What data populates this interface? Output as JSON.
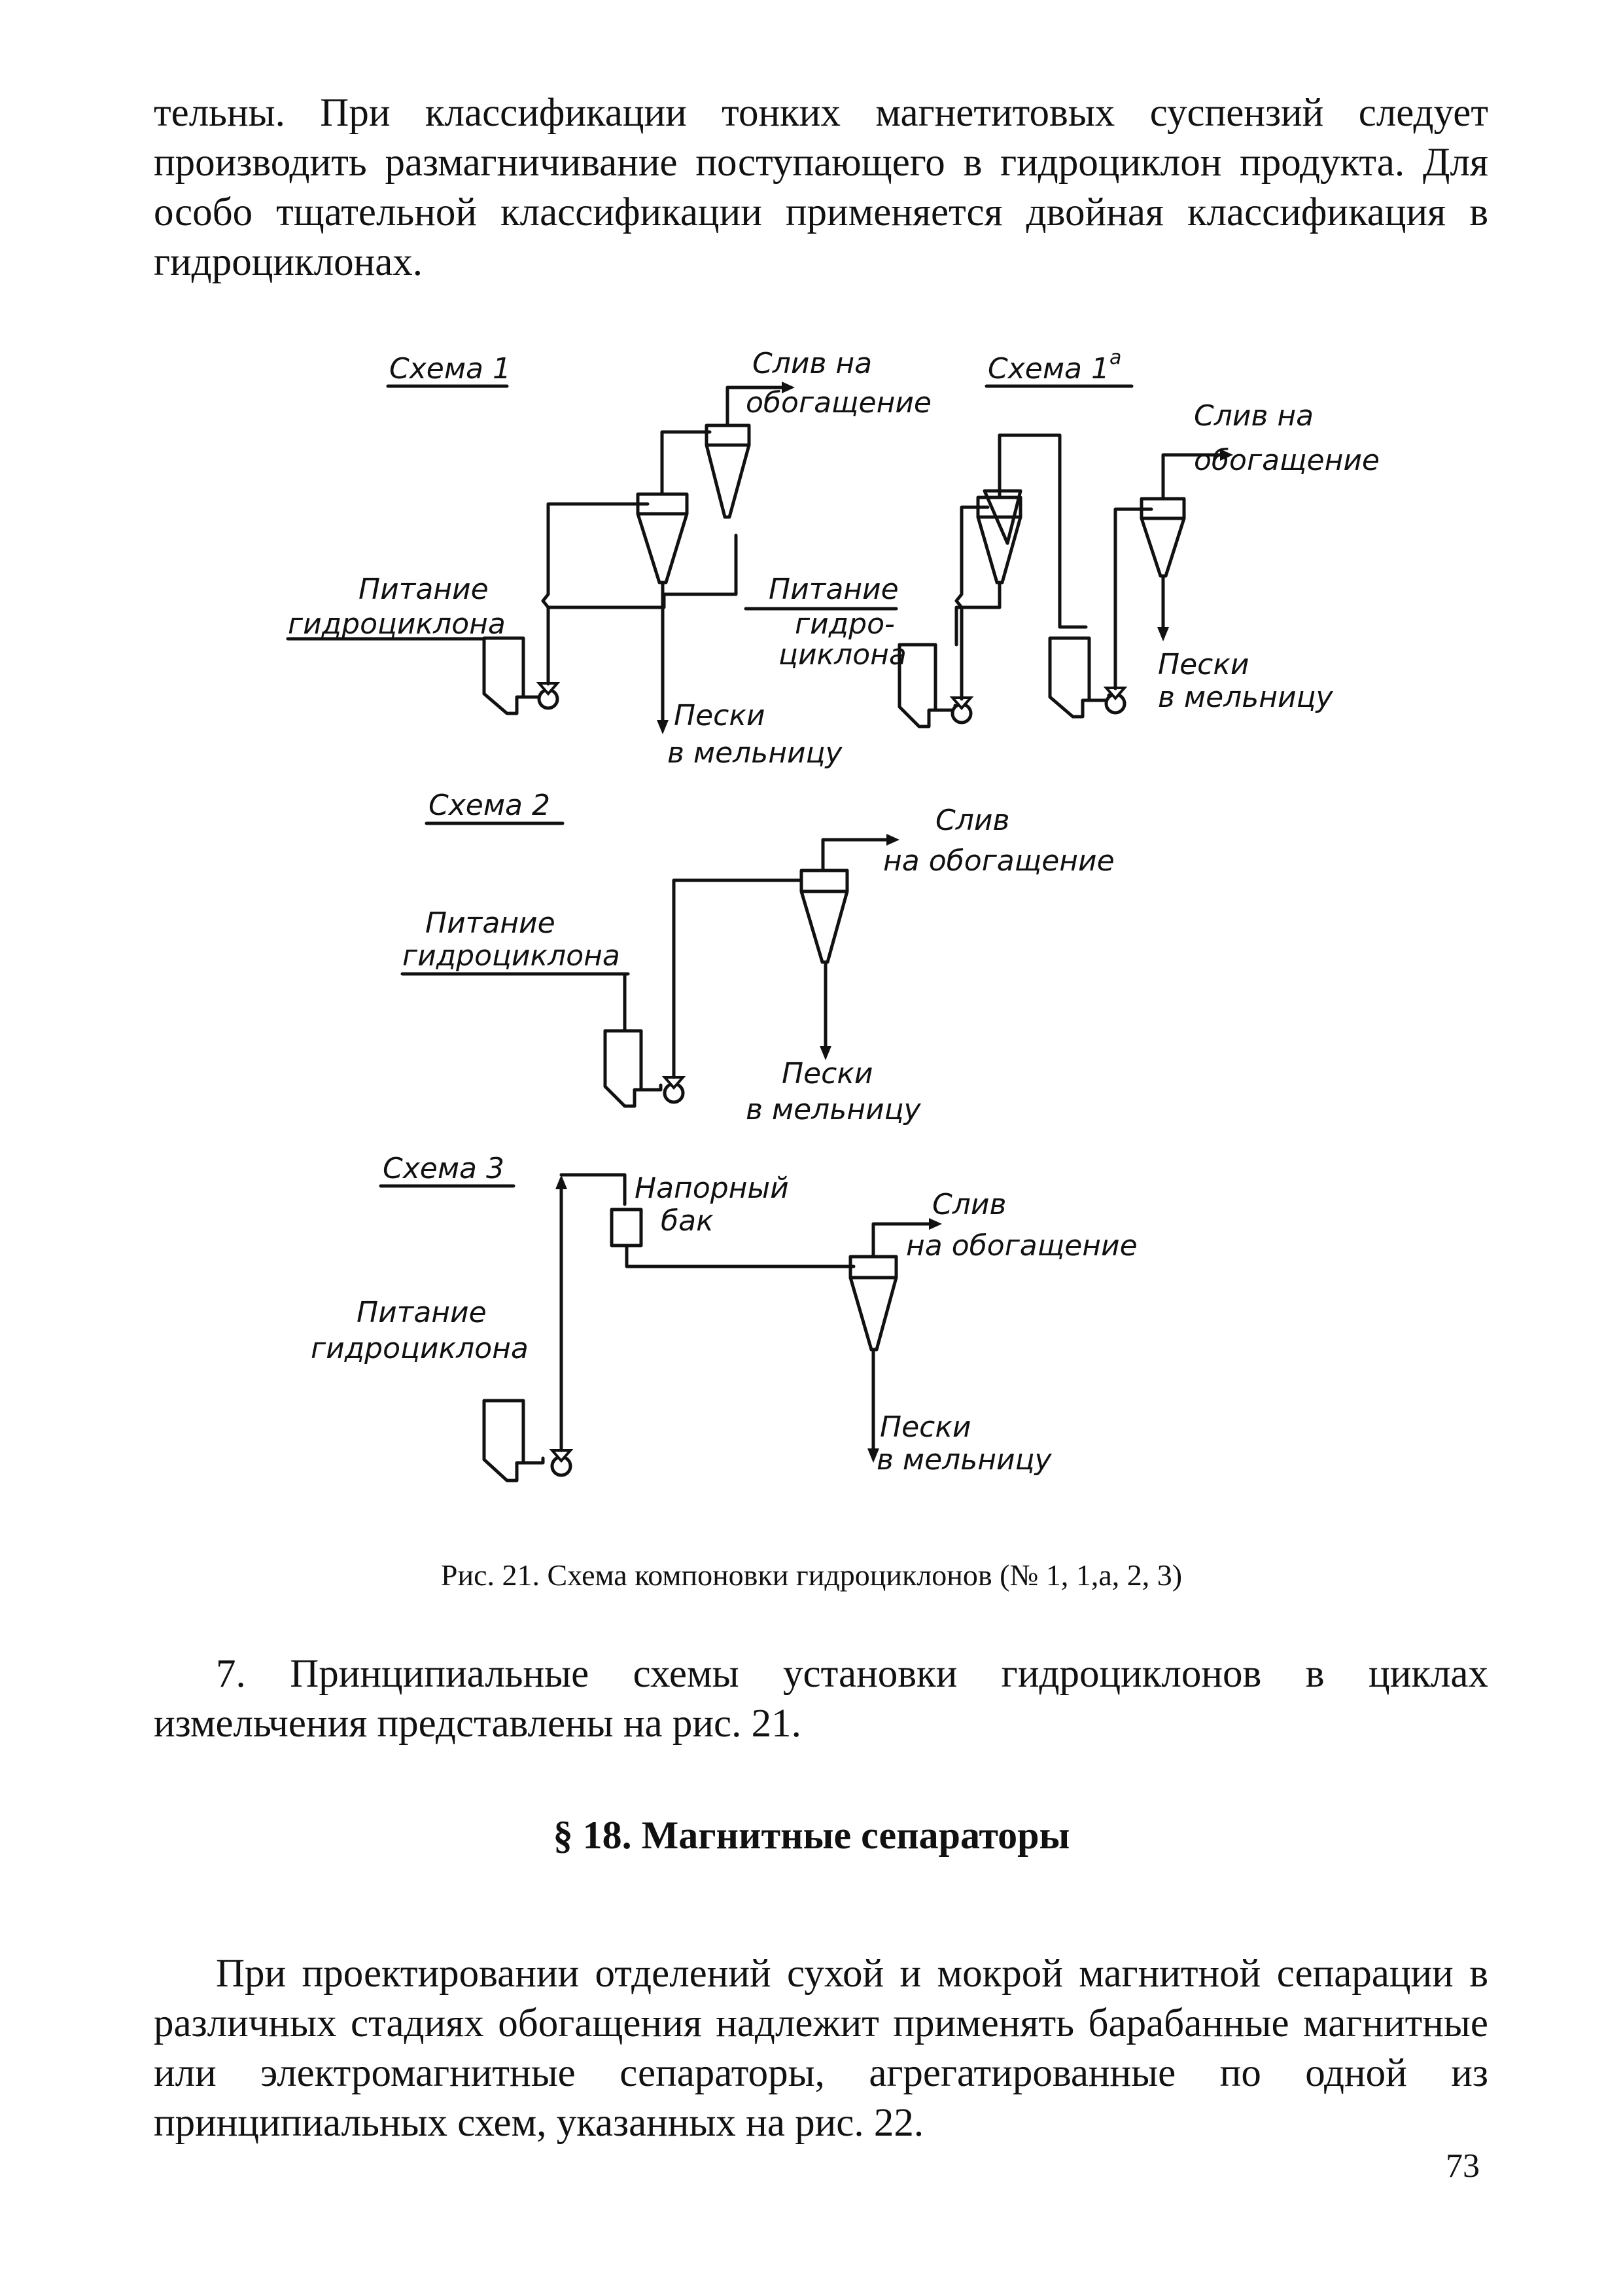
{
  "paragraph_top": "тельны. При классификации тонких магнетитовых суспензий следует производить размагничивание поступающего в гидроциклон продукта. Для особо тщательной классификации применяется двойная классификация в гидроциклонах.",
  "figure": {
    "scheme1": {
      "title": "Схема 1",
      "feed_line1": "Питание",
      "feed_line2": "гидроциклона",
      "overflow_line1": "Слив на",
      "overflow_line2": "обогащение",
      "sands_line1": "Пески",
      "sands_line2": "в мельницу"
    },
    "scheme1a": {
      "title": "Схема 1",
      "title_sup": "а",
      "feed_line1": "Питание",
      "feed_line2": "гидро-",
      "feed_line3": "циклона",
      "overflow_line1": "Слив на",
      "overflow_line2": "обогащение",
      "sands_line1": "Пески",
      "sands_line2": "в мельницу"
    },
    "scheme2": {
      "title": "Схема 2",
      "feed_line1": "Питание",
      "feed_line2": "гидроциклона",
      "overflow_line1": "Слив",
      "overflow_line2": "на обогащение",
      "sands_line1": "Пески",
      "sands_line2": "в мельницу"
    },
    "scheme3": {
      "title": "Схема 3",
      "tank_line1": "Напорный",
      "tank_line2": "бак",
      "feed_line1": "Питание",
      "feed_line2": "гидроциклона",
      "overflow_line1": "Слив",
      "overflow_line2": "на обогащение",
      "sands_line1": "Пески",
      "sands_line2": "в мельницу"
    }
  },
  "figure_caption": "Рис. 21. Схема компоновки гидроциклонов (№ 1, 1,а, 2, 3)",
  "paragraph_7": "7. Принципиальные схемы установки гидроциклонов в циклах измельчения представлены на рис. 21.",
  "section_heading": "§ 18. Магнитные сепараторы",
  "paragraph_last": "При проектировании отделений сухой и мокрой магнитной сепарации в различных стадиях обогащения надлежит применять барабанные магнитные или электромагнитные сепараторы, агрегатированные по одной из принципиальных схем, указанных на рис. 22.",
  "page_number": "73"
}
